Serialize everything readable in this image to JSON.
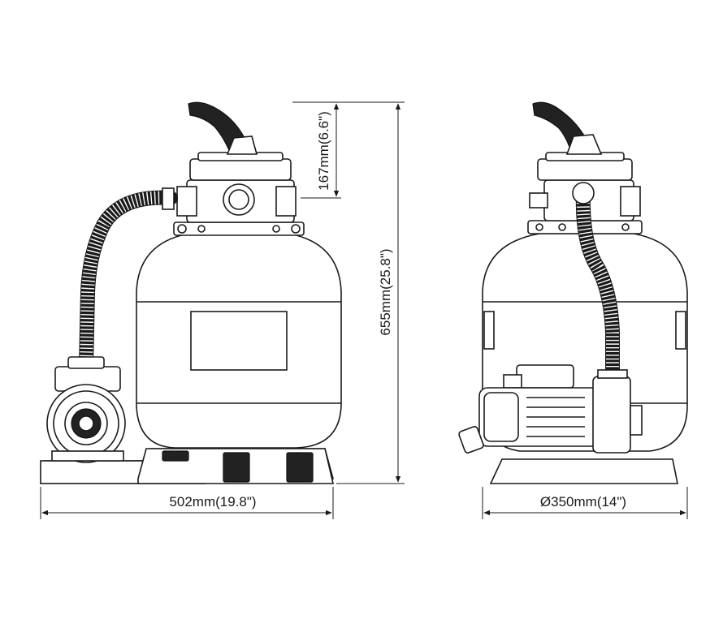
{
  "dimensions": {
    "width_label": "502mm(19.8\")",
    "height_label": "655mm(25.8\")",
    "valve_height_label": "167mm(6.6\")",
    "diameter_label": "Ø350mm(14\")"
  },
  "views": {
    "front": "front-view",
    "side": "side-view"
  },
  "colors": {
    "line": "#1a1a1a",
    "background": "#ffffff"
  }
}
